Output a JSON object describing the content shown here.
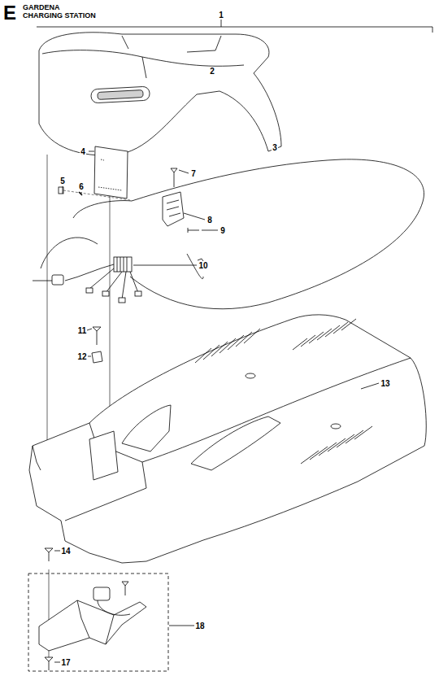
{
  "diagram": {
    "title": "GARDENA CHARGING STATION",
    "labels": [
      "E",
      "1",
      "2",
      "3",
      "4",
      "5",
      "6",
      "7",
      "8",
      "9",
      "10",
      "11",
      "12",
      "13",
      "14",
      "17",
      "18"
    ]
  }
}
